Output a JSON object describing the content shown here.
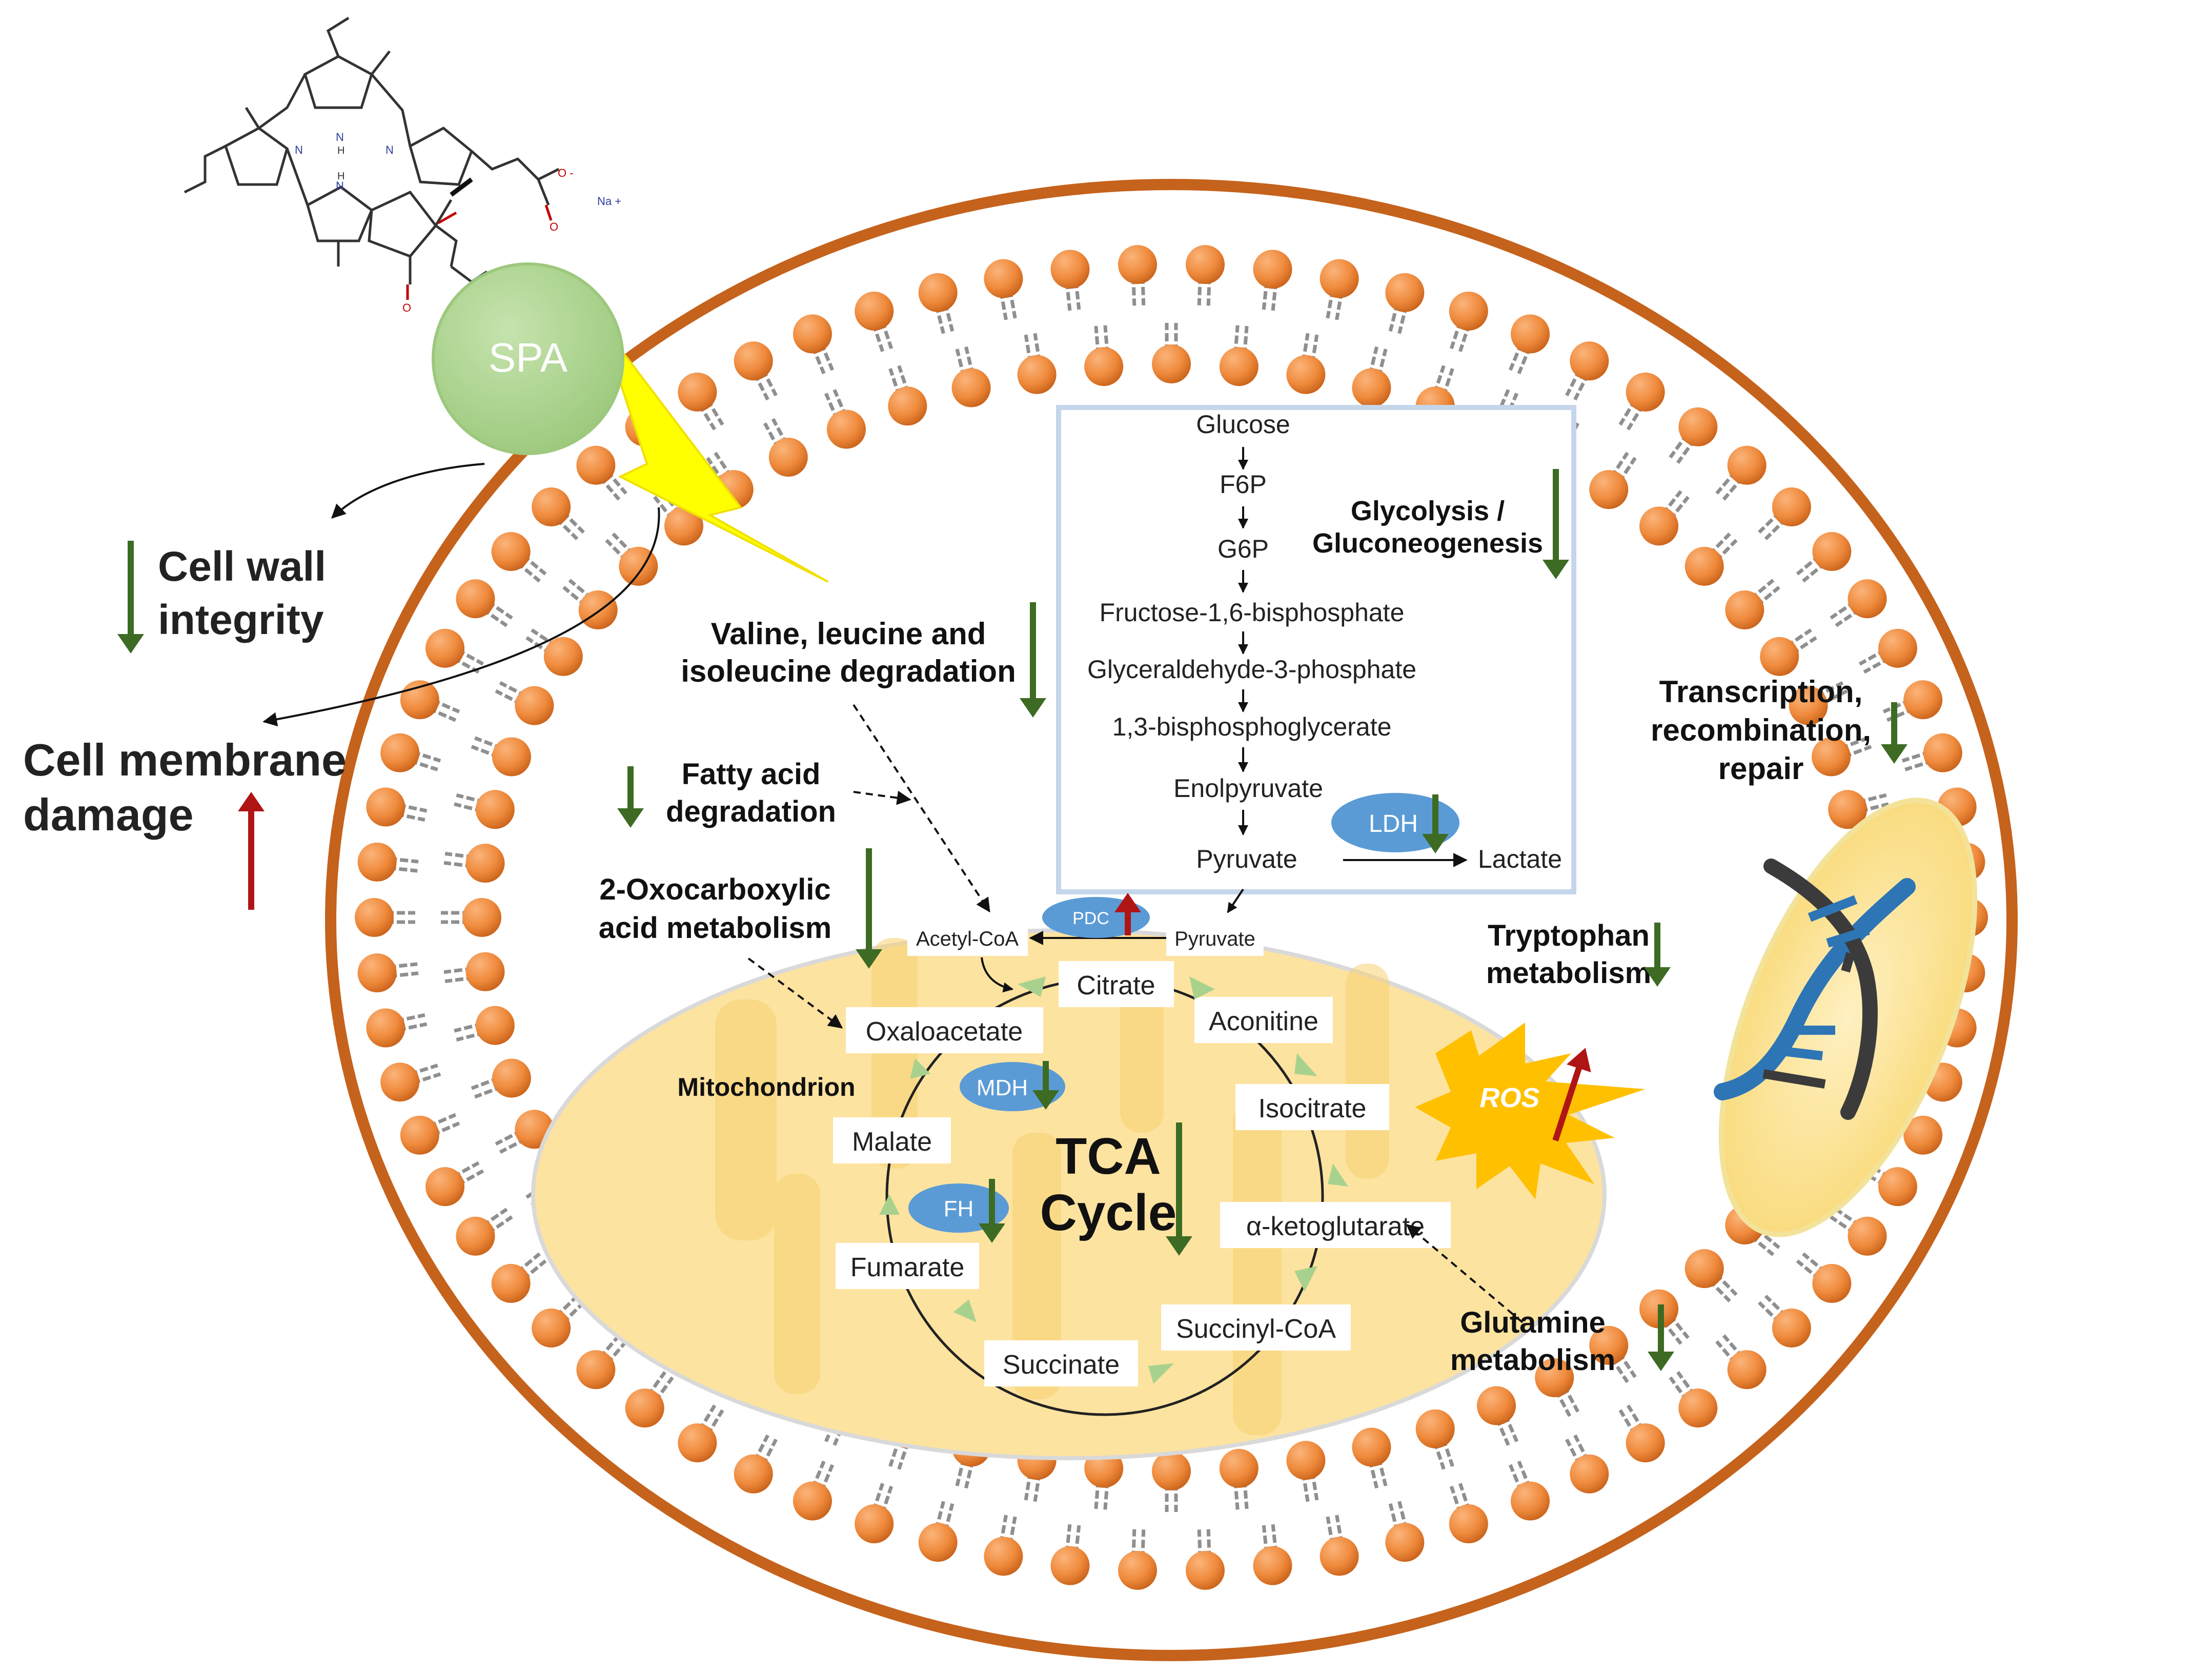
{
  "labels": {
    "spa": "SPA",
    "cell_wall_line1": "Cell wall",
    "cell_wall_line2": "integrity",
    "cell_membrane_line1": "Cell membrane",
    "cell_membrane_line2": "damage",
    "glycolysis_line1": "Glycolysis /",
    "glycolysis_line2": "Gluconeogenesis",
    "bcaa_line1": "Valine, leucine and",
    "bcaa_line2": "isoleucine degradation",
    "fatty_line1": "Fatty acid",
    "fatty_line2": "degradation",
    "oxo_line1": "2-Oxocarboxylic",
    "oxo_line2": "acid metabolism",
    "mitochondrion": "Mitochondrion",
    "tca_line1": "TCA",
    "tca_line2": "Cycle",
    "tryptophan_line1": "Tryptophan",
    "tryptophan_line2": "metabolism",
    "transcription_line1": "Transcription,",
    "transcription_line2": "recombination,",
    "transcription_line3": "repair",
    "glutamine_line1": "Glutamine",
    "glutamine_line2": "metabolism",
    "ros": "ROS",
    "molecule_na": "Na +",
    "molecule_o": "O",
    "molecule_n": "N",
    "molecule_h": "H",
    "molecule_ominus": "O -"
  },
  "glycolysis_steps": {
    "glucose": "Glucose",
    "f6p": "F6P",
    "g6p": "G6P",
    "fbp": "Fructose-1,6-bisphosphate",
    "g3p": "Glyceraldehyde-3-phosphate",
    "bpg": "1,3-bisphosphoglycerate",
    "enol": "Enolpyruvate",
    "pyruvate": "Pyruvate",
    "lactate": "Lactate"
  },
  "enzymes": {
    "ldh": "LDH",
    "pdc": "PDC",
    "mdh": "MDH",
    "fh": "FH"
  },
  "tca": {
    "acetyl_coa": "Acetyl-CoA",
    "pyruvate": "Pyruvate",
    "citrate": "Citrate",
    "aconitine": "Aconitine",
    "isocitrate": "Isocitrate",
    "akg": "α-ketoglutarate",
    "succinyl_coa": "Succinyl-CoA",
    "succinate": "Succinate",
    "fumarate": "Fumarate",
    "malate": "Malate",
    "oxaloacetate": "Oxaloacetate"
  },
  "regulation": {
    "down": [
      "cell_wall",
      "glycolysis",
      "bcaa",
      "fatty_acid",
      "oxocarboxylic",
      "ldh",
      "mdh",
      "fh",
      "tca",
      "tryptophan",
      "transcription",
      "glutamine"
    ],
    "up": [
      "cell_membrane",
      "pdc",
      "ros"
    ]
  },
  "colors": {
    "down_arrow": "#3d6b24",
    "up_arrow": "#b01515",
    "cell_boundary": "#c5621c",
    "lipid_head": "#ef8a3c",
    "mito_fill": "#fde3a0",
    "enzyme_ellipse": "#5b9bd5",
    "spa_circle": "#a9d18e",
    "lightning": "#ffff00",
    "ros_burst": "#ffc000",
    "dna_blue": "#2e75b6",
    "glycolysis_frame": "#c5d6ea"
  }
}
